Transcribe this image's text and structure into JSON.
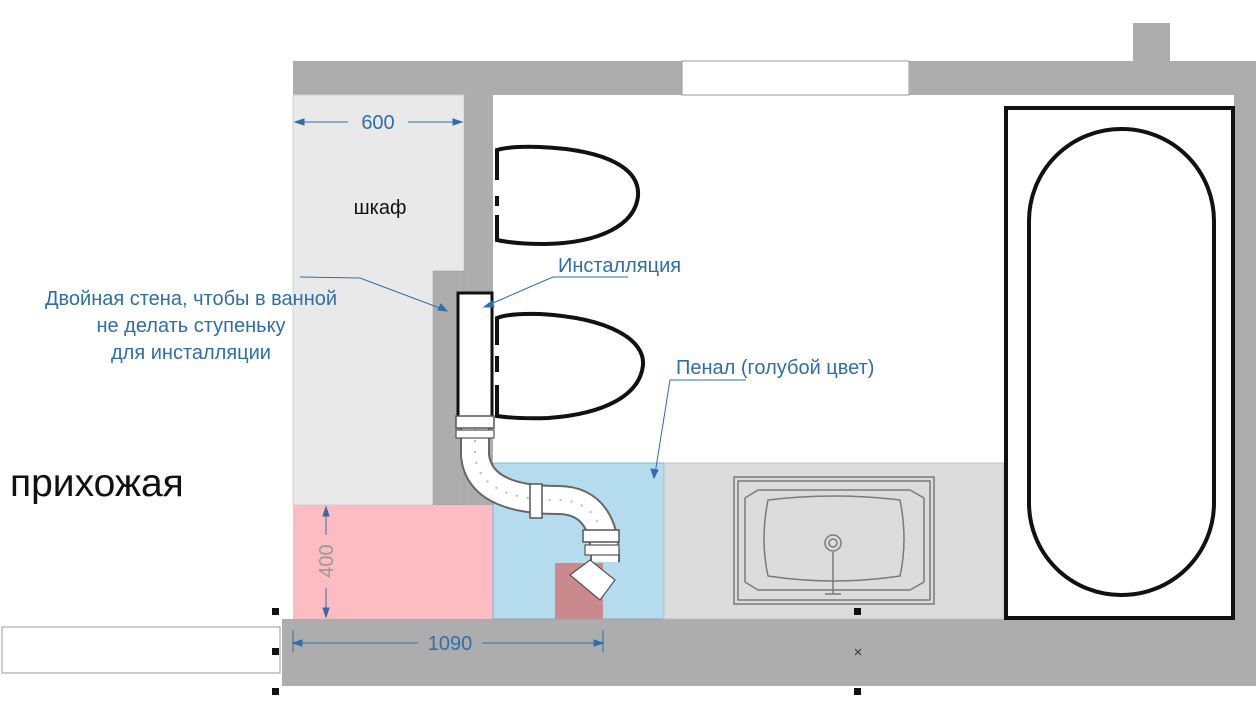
{
  "labels": {
    "cabinet": "шкаф",
    "hallway": "прихожая",
    "installation": "Инсталляция",
    "double_wall_line1": "Двойная стена, чтобы в ванной",
    "double_wall_line2": "не делать ступеньку",
    "double_wall_line3": "для инсталляции",
    "pencil_case": "Пенал (голубой цвет)"
  },
  "dimensions": {
    "cabinet_width": "600",
    "pink_depth": "400",
    "pink_length": "1090"
  },
  "colors": {
    "wall": "#adadae",
    "cabinet": "#e9e9ea",
    "pink_zone": "#fdbcc1",
    "blue_zone": "#b5dcee",
    "counter": "#dcdcdc",
    "annotation": "#2f6ea8",
    "fixture_line": "#1a1a1a",
    "pipe_block": "#c9898d"
  }
}
